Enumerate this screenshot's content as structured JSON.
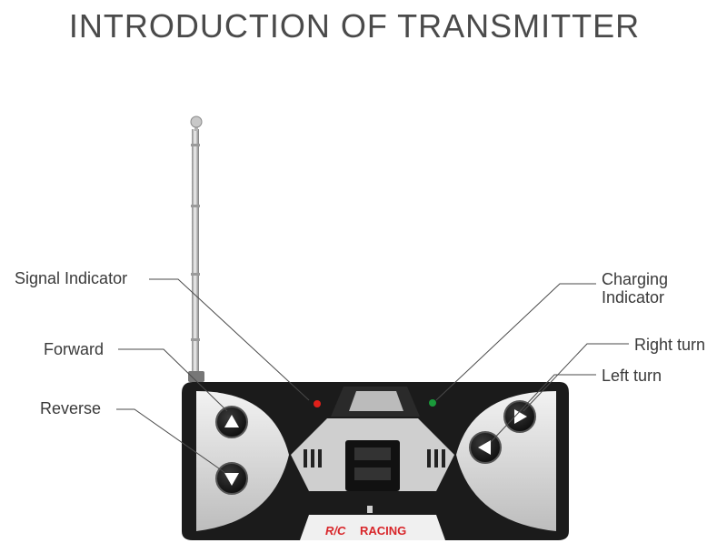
{
  "title": "INTRODUCTION OF TRANSMITTER",
  "labels": {
    "signal_indicator": "Signal Indicator",
    "forward": "Forward",
    "reverse": "Reverse",
    "charging_indicator_line1": "Charging",
    "charging_indicator_line2": "Indicator",
    "right_turn": "Right turn",
    "left_turn": "Left turn"
  },
  "brand": {
    "logo": "R/C",
    "name": "RACING"
  },
  "colors": {
    "signal_led": "#e0201a",
    "charging_led": "#1a9a3a",
    "brand_red": "#d8262a",
    "body_black": "#1b1b1b",
    "panel_silver": "#d9d9d9"
  },
  "icons": [
    "up-arrow-icon",
    "down-arrow-icon",
    "right-arrow-icon",
    "left-arrow-icon"
  ]
}
